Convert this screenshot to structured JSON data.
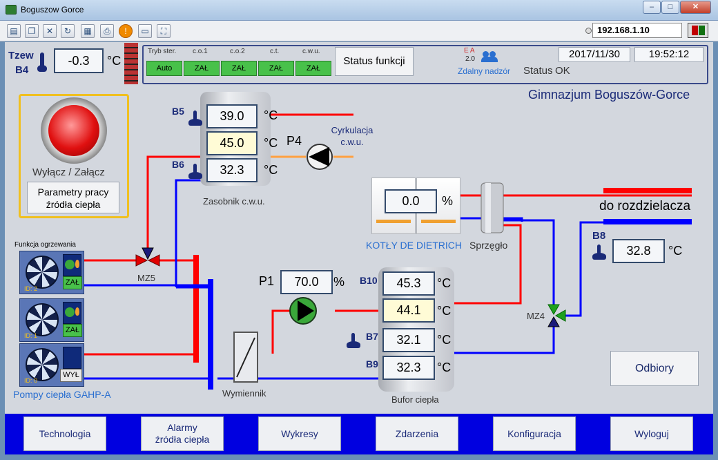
{
  "window": {
    "title": "Boguszow Gorce",
    "min": "–",
    "max": "□",
    "close": "✕"
  },
  "connection": {
    "ip": "192.168.1.10",
    "flag_colors": [
      "#c00000",
      "#107010"
    ]
  },
  "outdoor": {
    "label_tzew": "Tzew",
    "label_sensor": "B4",
    "value": "-0.3",
    "unit": "°C"
  },
  "modes": {
    "tryb_label": "Tryb ster.",
    "tryb_value": "Auto",
    "items": [
      {
        "label": "c.o.1",
        "value": "ZAŁ"
      },
      {
        "label": "c.o.2",
        "value": "ZAŁ"
      },
      {
        "label": "c.t.",
        "value": "ZAŁ"
      },
      {
        "label": "c.w.u.",
        "value": "ZAŁ"
      }
    ],
    "status_button": "Status funkcji"
  },
  "remote": {
    "ea": "E A",
    "version": "2.0",
    "label": "Zdalny nadzór"
  },
  "datetime": {
    "date": "2017/11/30",
    "time": "19:52:12",
    "status_label": "Status",
    "status_value": "OK"
  },
  "site_title": "Gimnazjum Boguszów-Gorce",
  "power": {
    "label": "Wyłącz / Załącz",
    "params_button_line1": "Parametry pracy",
    "params_button_line2": "źródła ciepła"
  },
  "dhw_tank": {
    "name": "Zasobnik c.w.u.",
    "b5_label": "B5",
    "b5_value": "39.0",
    "mid_value": "45.0",
    "b6_label": "B6",
    "b6_value": "32.3",
    "unit": "°C"
  },
  "pump_p4": {
    "label": "P4",
    "desc_line1": "Cyrkulacja",
    "desc_line2": "c.w.u."
  },
  "boilers": {
    "value": "0.0",
    "unit": "%",
    "name": "KOTŁY DE DIETRICH",
    "coupler": "Sprzęgło"
  },
  "distribution": {
    "label": "do rozdzielacza",
    "b8_label": "B8",
    "b8_value": "32.8",
    "unit": "°C"
  },
  "heat_pumps": {
    "function_label": "Funkcja ogrzewania",
    "units": [
      {
        "id": "ID: 2",
        "state": "ZAŁ"
      },
      {
        "id": "ID: 1",
        "state": "ZAŁ"
      },
      {
        "id": "ID: 0",
        "state": "WYŁ"
      }
    ],
    "name": "Pompy ciepła GAHP-A"
  },
  "valves": {
    "mz5": "MZ5",
    "mz4": "MZ4"
  },
  "pump_p1": {
    "label": "P1",
    "value": "70.0",
    "unit": "%"
  },
  "exchanger": {
    "name": "Wymiennik"
  },
  "buffer": {
    "name": "Bufor ciepła",
    "b10_label": "B10",
    "b10_value": "45.3",
    "v2": "44.1",
    "b7_label": "B7",
    "b7_value": "32.1",
    "b9_label": "B9",
    "b9_value": "32.3",
    "unit": "°C"
  },
  "odbiory_button": "Odbiory",
  "nav": [
    {
      "line1": "Technologia",
      "line2": ""
    },
    {
      "line1": "Alarmy",
      "line2": "źródła ciepła"
    },
    {
      "line1": "Wykresy",
      "line2": ""
    },
    {
      "line1": "Zdarzenia",
      "line2": ""
    },
    {
      "line1": "Konfiguracja",
      "line2": ""
    },
    {
      "line1": "Wyloguj",
      "line2": ""
    }
  ]
}
